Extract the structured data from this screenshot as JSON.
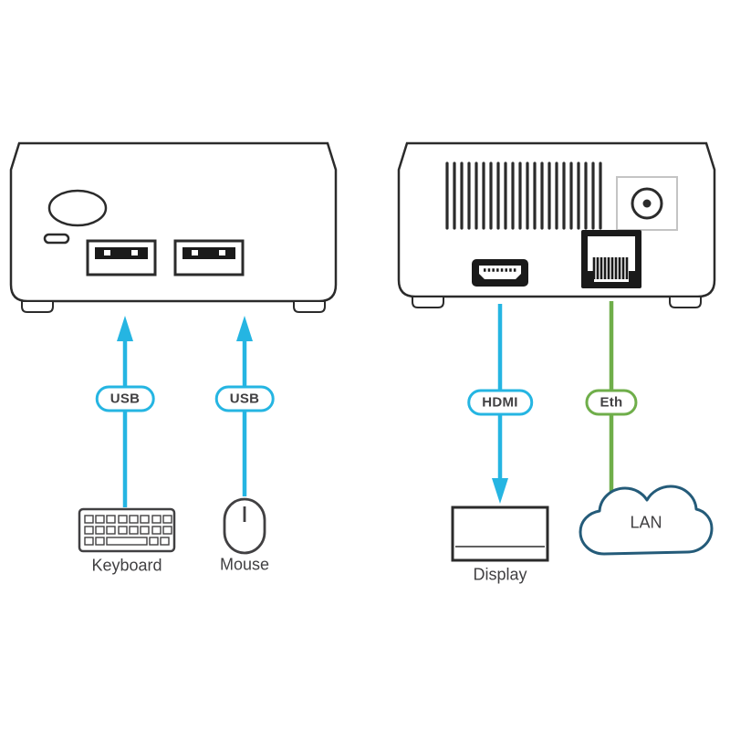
{
  "colors": {
    "cyan": "#25b5e2",
    "green": "#6fae4a",
    "cloud_outline": "#245b79",
    "device_outline": "#2b2b2b",
    "text": "#414042"
  },
  "badges": {
    "usb_keyboard": "USB",
    "usb_mouse": "USB",
    "hdmi": "HDMI",
    "eth": "Eth"
  },
  "labels": {
    "keyboard": "Keyboard",
    "mouse": "Mouse",
    "display": "Display",
    "lan": "LAN"
  }
}
